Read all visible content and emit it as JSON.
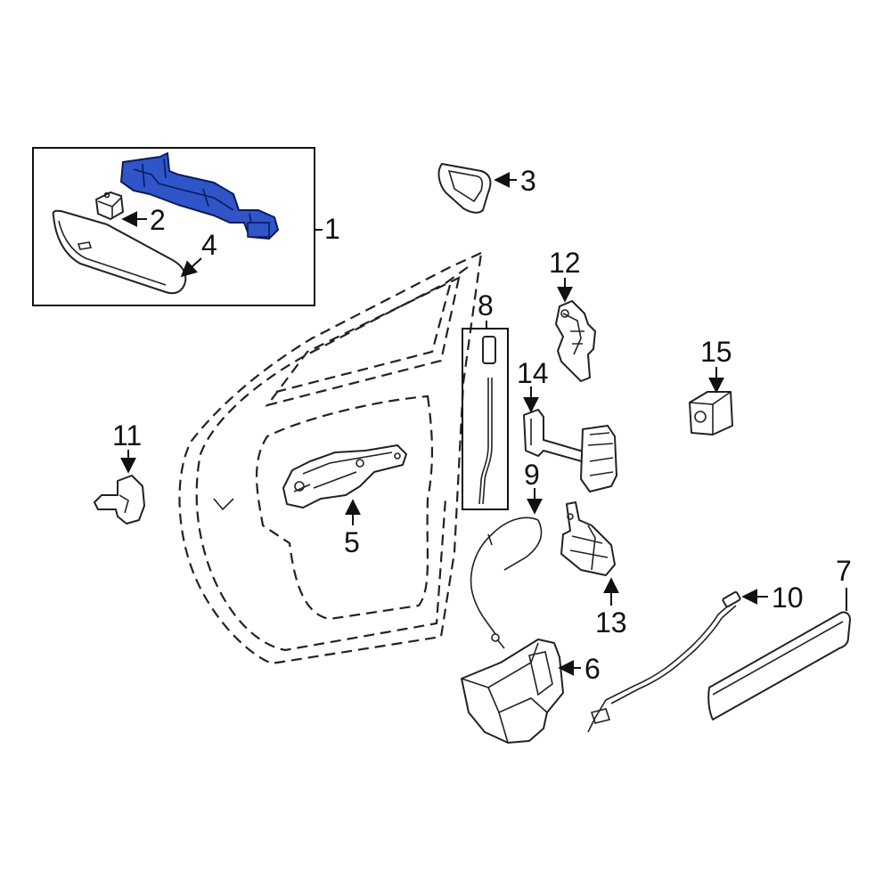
{
  "diagram": {
    "highlight_color": "#2f55c8",
    "line_color": "#222222",
    "callouts": {
      "c1": "1",
      "c2": "2",
      "c3": "3",
      "c4": "4",
      "c5": "5",
      "c6": "6",
      "c7": "7",
      "c8": "8",
      "c9": "9",
      "c10": "10",
      "c11": "11",
      "c12": "12",
      "c13": "13",
      "c14": "14",
      "c15": "15"
    }
  }
}
